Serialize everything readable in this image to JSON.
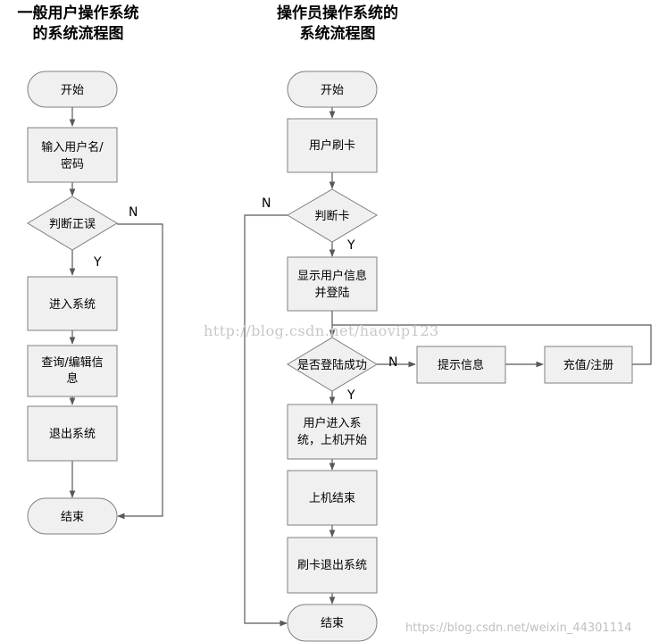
{
  "titles": {
    "left_line1": "一般用户操作系统",
    "left_line2": "的系统流程图",
    "right_line1": "操作员操作系统的",
    "right_line2": "系统流程图"
  },
  "left_flow": {
    "start": "开始",
    "input_l1": "输入用户名/",
    "input_l2": "密码",
    "judge": "判断正误",
    "enter": "进入系统",
    "query_l1": "查询/编辑信",
    "query_l2": "息",
    "exit": "退出系统",
    "end": "结束",
    "label_yes": "Y",
    "label_no": "N"
  },
  "right_flow": {
    "start": "开始",
    "swipe": "用户刷卡",
    "judge_card": "判断卡",
    "show_l1": "显示用户信息",
    "show_l2": "并登陆",
    "login_ok": "是否登陆成功",
    "hint": "提示信息",
    "recharge": "充值/注册",
    "enter_l1": "用户进入系",
    "enter_l2": "统，上机开始",
    "end_session": "上机结束",
    "swipe_exit": "刷卡退出系统",
    "end": "结束",
    "label_no_card": "N",
    "label_yes_card": "Y",
    "label_no_login": "N",
    "label_yes_login": "Y"
  },
  "watermarks": {
    "center": "http://blog.csdn.net/haovip123",
    "bottom": "https://blog.csdn.net/weixin_44301114"
  },
  "colors": {
    "node_fill": "#f0f0f0",
    "node_stroke": "#7f7f7f",
    "line": "#595959"
  }
}
